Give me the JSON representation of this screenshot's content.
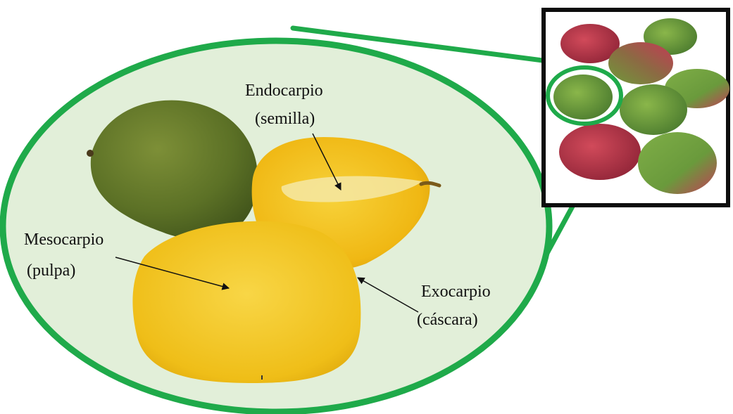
{
  "labels": {
    "endocarp": {
      "line1": "Endocarpio",
      "line2": "(semilla)"
    },
    "mesocarp": {
      "line1": "Mesocarpio",
      "line2": "(pulpa)"
    },
    "exocarp": {
      "line1": "Exocarpio",
      "line2": "(cáscara)"
    }
  },
  "colors": {
    "highlight_green": "#1faa4a",
    "ellipse_fill": "#e2efd9",
    "frame": "#0d0d0d",
    "mango_yellow": "#f2c315",
    "mango_green": "#5f7b2e",
    "mango_red": "#b6324a",
    "arrow": "#111111"
  }
}
